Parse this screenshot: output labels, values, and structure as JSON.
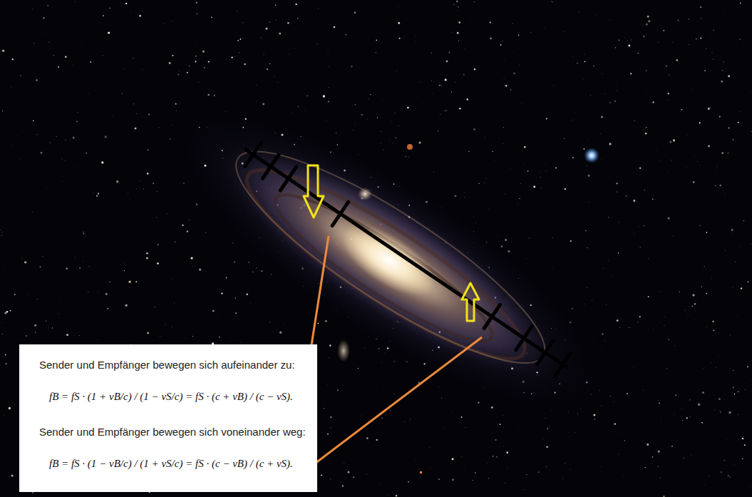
{
  "diagram": {
    "nodes": [
      {
        "text": [
          "Sender und Empfänger bewegen sich aufeinander zu:",
          "fB = fS · (1 + vB/c) / (1 − vS/c) = fS · (c + vB) / (c − vS).",
          "Sender und Empfänger bewegen sich voneinander weg:",
          "fB = fS · (1 − vB/c) / (1 + vS/c) = fS · (c − vB) / (c + vS)."
        ]
      }
    ]
  }
}
